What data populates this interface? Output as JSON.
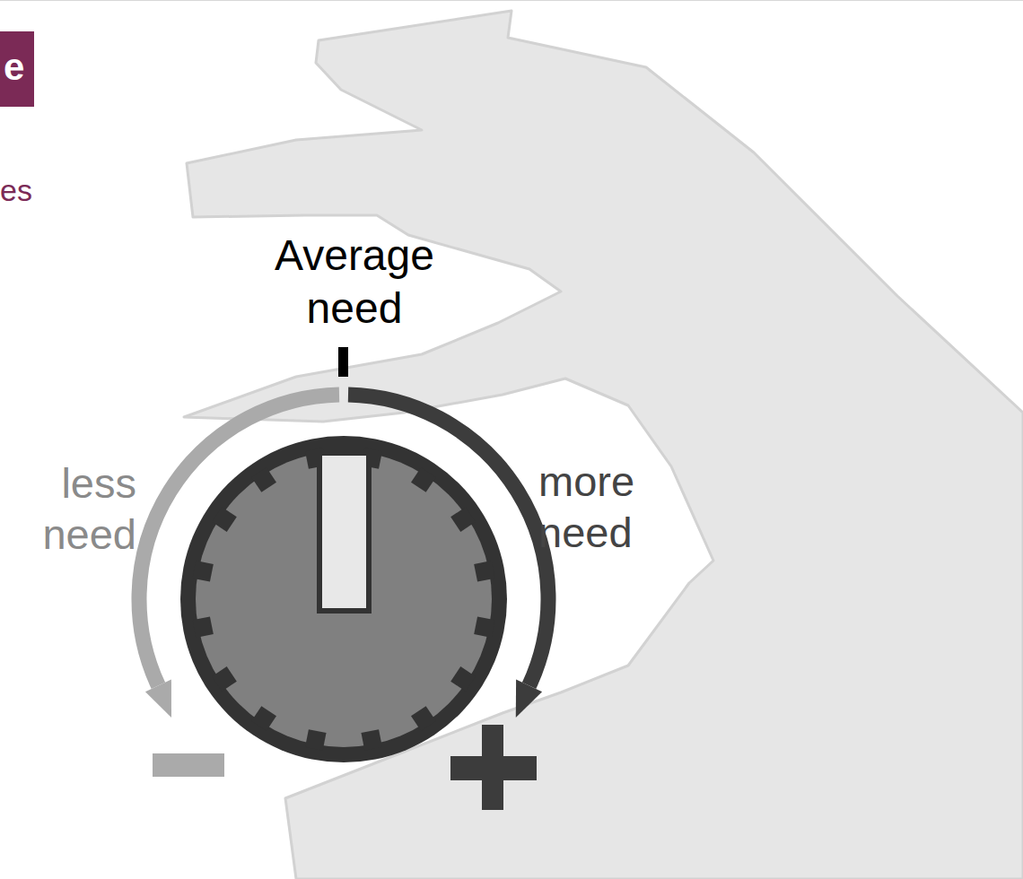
{
  "diagram": {
    "nodes": [
      {
        "text": [
          "e"
        ]
      }
    ],
    "labels": [
      "es",
      "Average need",
      "less need",
      "more need"
    ]
  }
}
